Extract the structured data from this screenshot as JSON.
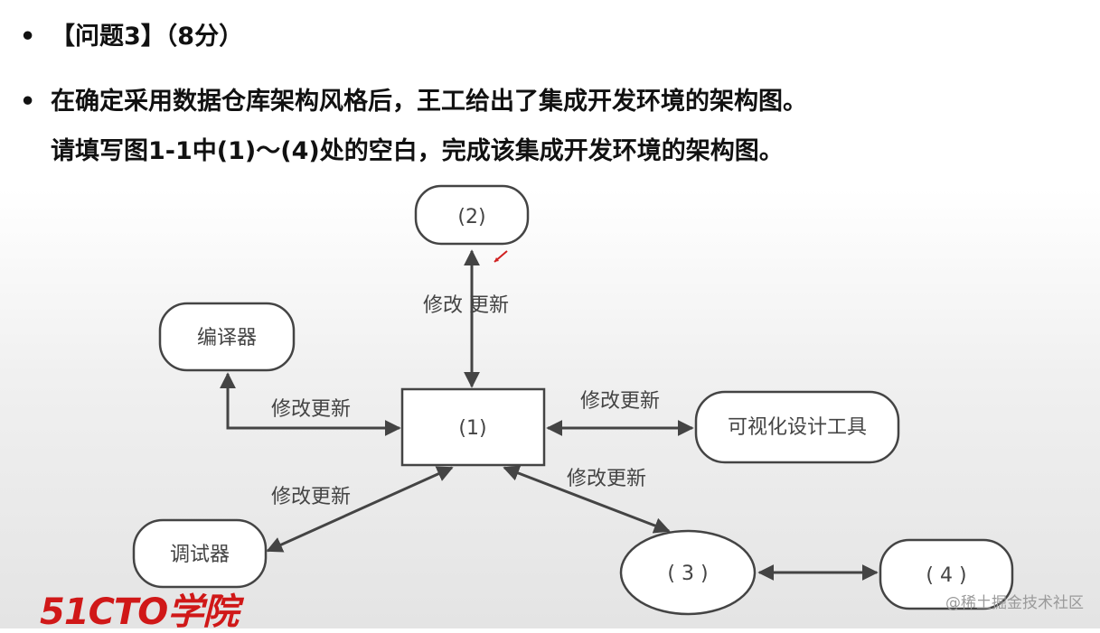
{
  "question": {
    "title": "【问题3】（8分）",
    "line1": "在确定采用数据仓库架构风格后，王工给出了集成开发环境的架构图。",
    "line2": "请填写图1-1中(1)～(4)处的空白，完成该集成开发环境的架构图。",
    "bullet": "•"
  },
  "diagram": {
    "nodes": {
      "n1": "(1)",
      "n2": "(2)",
      "n3": "( 3 )",
      "n4": "( 4 )",
      "compiler": "编译器",
      "debugger": "调试器",
      "visual_tool": "可视化设计工具"
    },
    "edges": {
      "top": "修改 更新",
      "compiler": "修改更新",
      "visual_tool": "修改更新",
      "debugger": "修改更新",
      "n3": "修改更新"
    }
  },
  "branding": {
    "logo": "51CTO学院",
    "watermark": "@稀土掘金技术社区"
  },
  "colors": {
    "logo": "#d01818",
    "stroke": "#444444"
  }
}
